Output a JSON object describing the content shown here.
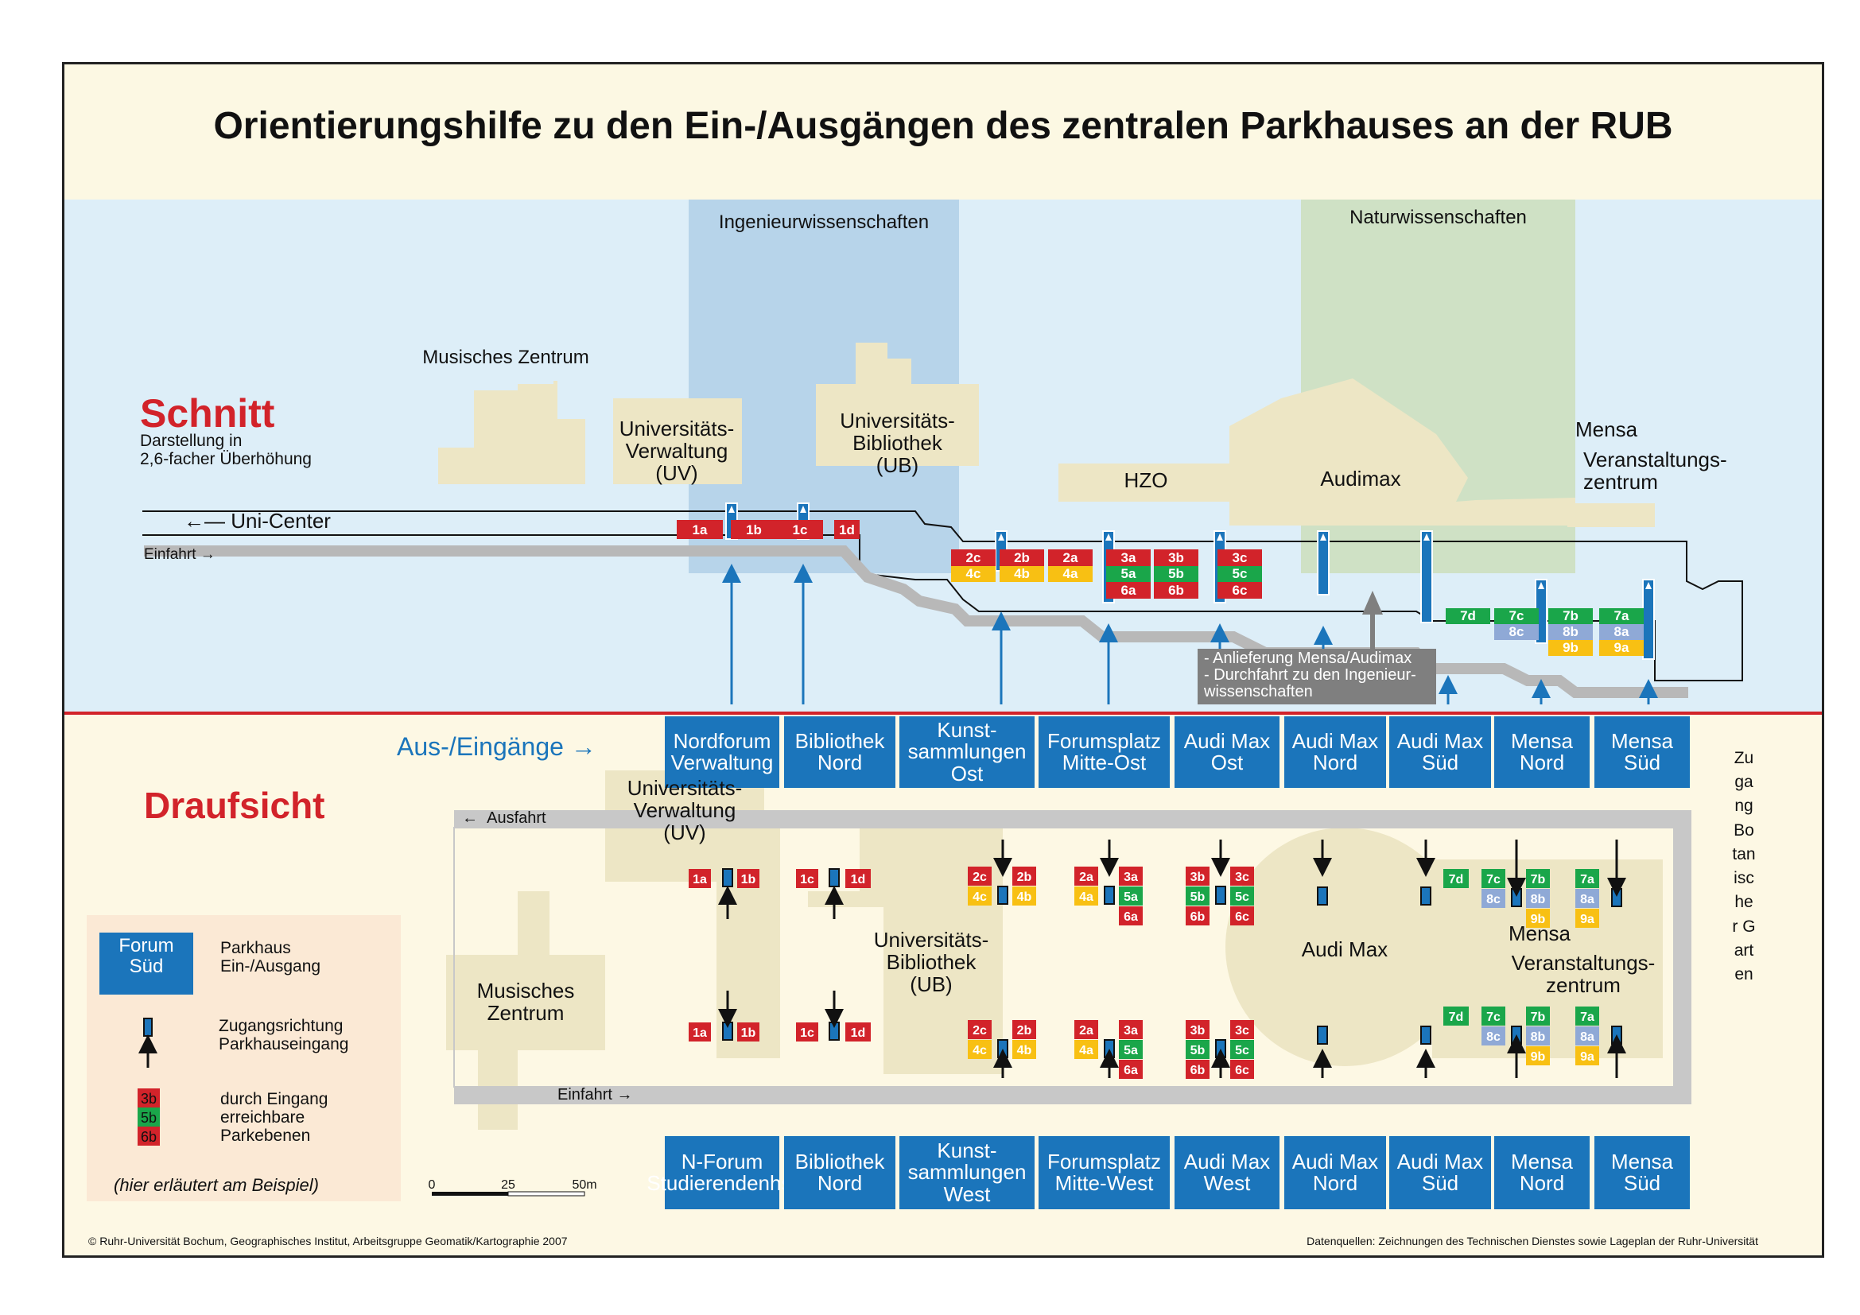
{
  "title": "Orientierungshilfe zu den Ein-/Ausgängen des zentralen Parkhauses an der RUB",
  "colors": {
    "section_bg": "#ddeef8",
    "top_bg": "#fcf8e3",
    "building": "#ede6c5",
    "engineering": "#b7d4ea",
    "science": "#cfe1c5",
    "entrance_box": "#1b75bb",
    "level_red": "#d2232a",
    "level_green": "#1aa64a",
    "level_yellow": "#f8c013",
    "level_blue": "#8fa9d6",
    "arrow_blue": "#1b75bb",
    "ramp_gray": "#b8b8b8"
  },
  "schnitt": {
    "heading": "Schnitt",
    "subtitle": "Darstellung in\n2,6-facher Überhöhung",
    "zone_engineering": "Ingenieurwissenschaften",
    "zone_science": "Naturwissenschaften",
    "buildings": [
      {
        "label": "Musisches Zentrum"
      },
      {
        "label": "Universitäts-\nVerwaltung\n(UV)"
      },
      {
        "label": "Universitäts-\nBibliothek\n(UB)"
      },
      {
        "label": "HZO"
      },
      {
        "label": "Audimax"
      },
      {
        "label": "Mensa"
      },
      {
        "label": "Veranstaltungs-\nzentrum"
      }
    ],
    "uni_center": "Uni-Center",
    "einfahrt": "Einfahrt",
    "note": "- Anlieferung Mensa/Audimax\n- Durchfahrt zu den Ingenieur-\n  wissenschaften",
    "levels": [
      {
        "id": "1a",
        "color": "red"
      },
      {
        "id": "1b",
        "color": "red"
      },
      {
        "id": "1c",
        "color": "red"
      },
      {
        "id": "1d",
        "color": "red"
      },
      {
        "id": "2c",
        "color": "red"
      },
      {
        "id": "2b",
        "color": "red"
      },
      {
        "id": "2a",
        "color": "red"
      },
      {
        "id": "4c",
        "color": "yellow"
      },
      {
        "id": "4b",
        "color": "yellow"
      },
      {
        "id": "4a",
        "color": "yellow"
      },
      {
        "id": "3a",
        "color": "red"
      },
      {
        "id": "3b",
        "color": "red"
      },
      {
        "id": "3c",
        "color": "red"
      },
      {
        "id": "5a",
        "color": "green"
      },
      {
        "id": "5b",
        "color": "green"
      },
      {
        "id": "5c",
        "color": "green"
      },
      {
        "id": "6a",
        "color": "red"
      },
      {
        "id": "6b",
        "color": "red"
      },
      {
        "id": "6c",
        "color": "red"
      },
      {
        "id": "7d",
        "color": "green"
      },
      {
        "id": "7c",
        "color": "green"
      },
      {
        "id": "7b",
        "color": "green"
      },
      {
        "id": "7a",
        "color": "green"
      },
      {
        "id": "8c",
        "color": "blue"
      },
      {
        "id": "8b",
        "color": "blue"
      },
      {
        "id": "8a",
        "color": "blue"
      },
      {
        "id": "9b",
        "color": "yellow"
      },
      {
        "id": "9a",
        "color": "yellow"
      }
    ]
  },
  "aus_eingaenge": "Aus-/Eingänge",
  "entrances_north": [
    "Nordforum\nVerwaltung",
    "Bibliothek\nNord",
    "Kunst-\nsammlungen\nOst",
    "Forumsplatz\nMitte-Ost",
    "Audi Max\nOst",
    "Audi Max\nNord",
    "Audi Max\nSüd",
    "Mensa\nNord",
    "Mensa\nSüd"
  ],
  "entrances_south": [
    "N-Forum\nStudierendenhs.",
    "Bibliothek\nNord",
    "Kunst-\nsammlungen\nWest",
    "Forumsplatz\nMitte-West",
    "Audi Max\nWest",
    "Audi Max\nNord",
    "Audi Max\nSüd",
    "Mensa\nNord",
    "Mensa\nSüd"
  ],
  "draufsicht": {
    "heading": "Draufsicht",
    "ausfahrt": "Ausfahrt",
    "einfahrt": "Einfahrt",
    "buildings": [
      {
        "label": "Universitäts-\nVerwaltung\n(UV)"
      },
      {
        "label": "Universitäts-\nBibliothek\n(UB)"
      },
      {
        "label": "Musisches\nZentrum"
      },
      {
        "label": "Audi Max"
      },
      {
        "label": "Mensa"
      },
      {
        "label": "Veranstaltungs-\nzentrum"
      }
    ],
    "side_label": "Zugang Botanischer Garten"
  },
  "legend": {
    "box_label": "Forum\nSüd",
    "box_desc": "Parkhaus\nEin-/Ausgang",
    "arrow_desc": "Zugangsrichtung\nParkhauseingang",
    "levels": [
      "3b",
      "5b",
      "6b"
    ],
    "levels_desc": "durch Eingang\nerreichbare\nParkebenen",
    "example": "(hier erläutert am Beispiel)"
  },
  "scale": {
    "labels": [
      "0",
      "25",
      "50m"
    ]
  },
  "footer_left": "© Ruhr-Universität Bochum, Geographisches Institut, Arbeitsgruppe Geomatik/Kartographie 2007",
  "footer_right": "Datenquellen: Zeichnungen des Technischen Dienstes sowie Lageplan der Ruhr-Universität"
}
